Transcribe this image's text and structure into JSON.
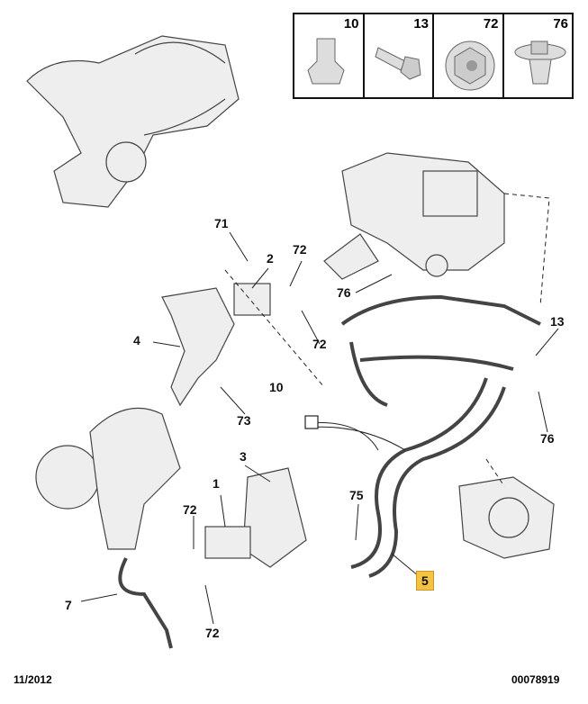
{
  "legend": [
    {
      "ref": "10",
      "icon": "clip-icon"
    },
    {
      "ref": "13",
      "icon": "bolt-icon"
    },
    {
      "ref": "72",
      "icon": "nut-icon"
    },
    {
      "ref": "76",
      "icon": "push-clip-icon"
    }
  ],
  "callouts": {
    "c71": "71",
    "c2": "2",
    "c72a": "72",
    "c4": "4",
    "c72b": "72",
    "c73": "73",
    "c10": "10",
    "c76a": "76",
    "c13": "13",
    "c76b": "76",
    "c3": "3",
    "c1": "1",
    "c72c": "72",
    "c75": "75",
    "c72d": "72",
    "c7": "7",
    "c5": "5"
  },
  "footer": {
    "date": "11/2012",
    "ref": "00078919"
  },
  "colors": {
    "highlight": "#f5c342"
  }
}
